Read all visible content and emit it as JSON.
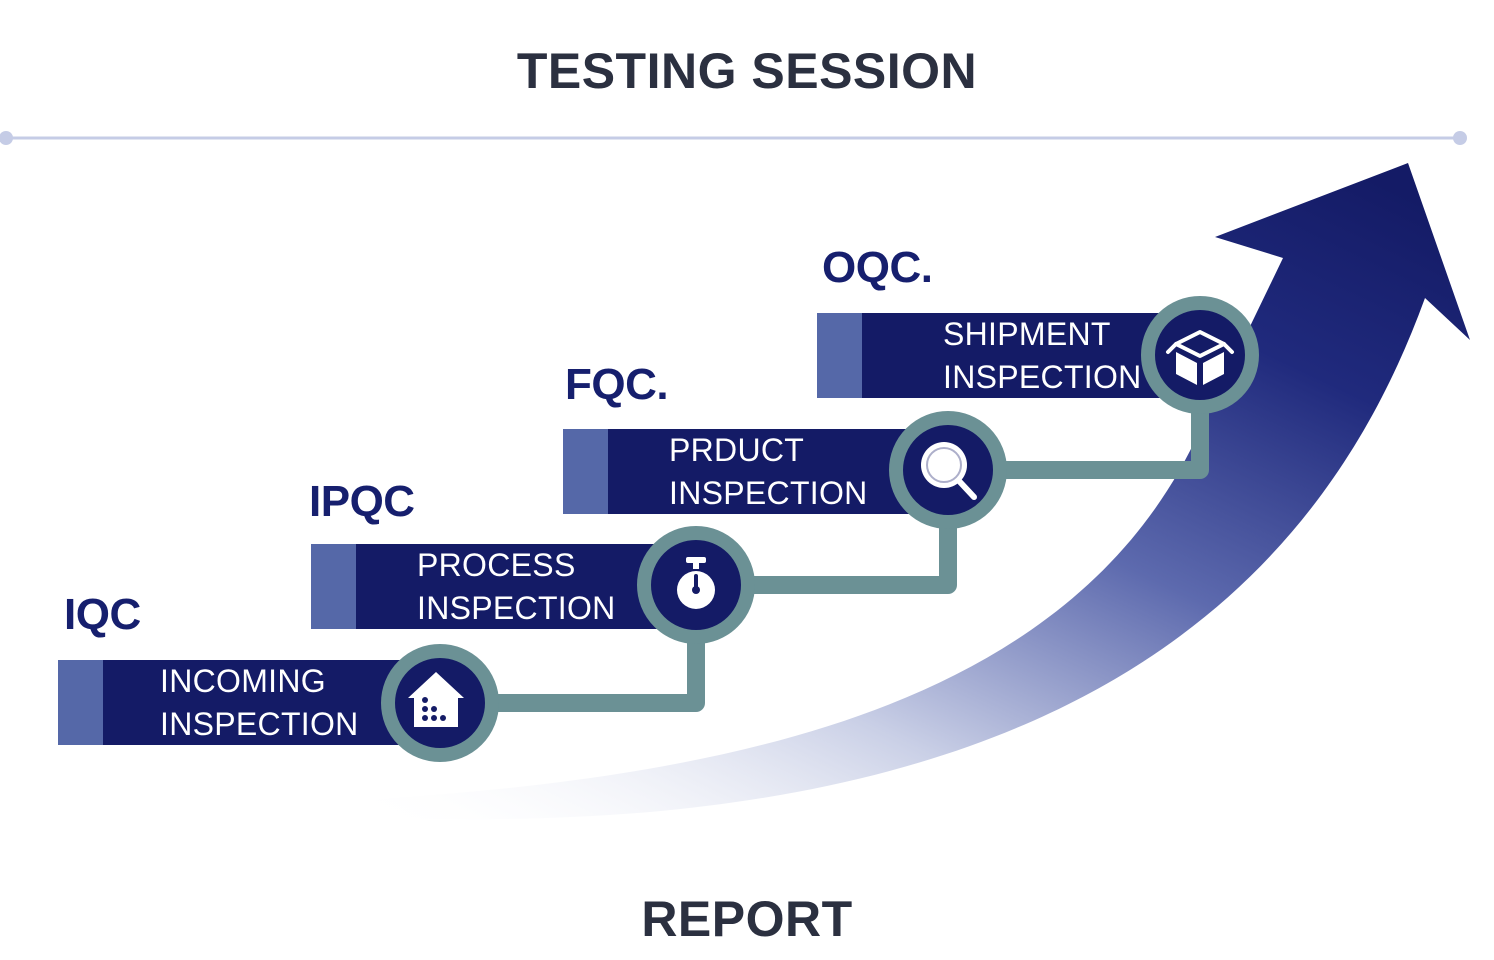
{
  "title": "TESTING SESSION",
  "footer": "REPORT",
  "colors": {
    "navy": "#141b66",
    "bar_accent": "#5568a8",
    "connector": "#6b9195",
    "divider": "#c5cce6",
    "heading": "#2b3040"
  },
  "steps": [
    {
      "code": "IQC",
      "line1": "INCOMING",
      "line2": "INSPECTION",
      "icon": "warehouse-icon"
    },
    {
      "code": "IPQC",
      "line1": "PROCESS",
      "line2": "INSPECTION",
      "icon": "stopwatch-icon"
    },
    {
      "code": "FQC.",
      "line1": "PRDUCT",
      "line2": "INSPECTION",
      "icon": "magnifier-icon"
    },
    {
      "code": "OQC.",
      "line1": "SHIPMENT",
      "line2": "INSPECTION",
      "icon": "box-icon"
    }
  ]
}
